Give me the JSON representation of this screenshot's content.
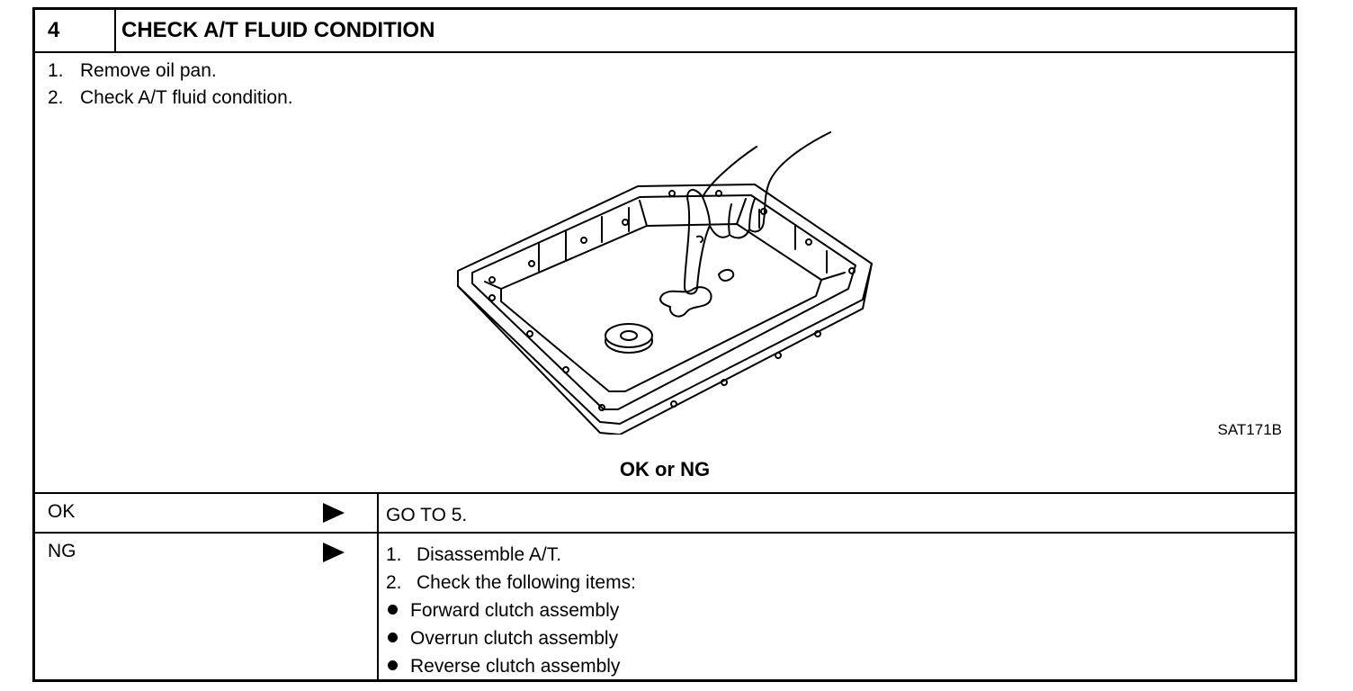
{
  "step": {
    "number": "4",
    "title": "CHECK A/T FLUID CONDITION"
  },
  "instructions": [
    {
      "num": "1.",
      "text": "Remove oil pan."
    },
    {
      "num": "2.",
      "text": "Check A/T fluid condition."
    }
  ],
  "figure": {
    "code": "SAT171B",
    "icon": "oil-pan-hand-illustration"
  },
  "decision_label": "OK or NG",
  "outcomes": {
    "ok": {
      "label": "OK",
      "result": "GO TO 5."
    },
    "ng": {
      "label": "NG",
      "steps": [
        {
          "num": "1.",
          "text": "Disassemble A/T."
        },
        {
          "num": "2.",
          "text": "Check the following items:"
        }
      ],
      "items": [
        "Forward clutch assembly",
        "Overrun clutch assembly",
        "Reverse clutch assembly"
      ]
    }
  }
}
